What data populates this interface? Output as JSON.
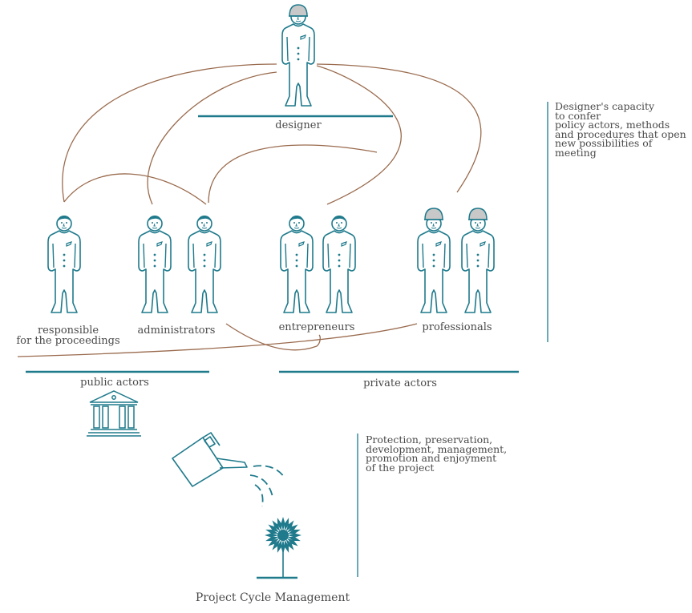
{
  "colors": {
    "teal": "#1f7a8c",
    "brown": "#9a6b4e",
    "helmet": "#c8c8c8",
    "text": "#4a4a4a"
  },
  "labels": {
    "designer": "designer",
    "responsible": "responsible\nfor the proceedings",
    "administrators": "administrators",
    "entrepreneurs": "entrepreneurs",
    "professionals": "professionals",
    "public_actors": "public actors",
    "private_actors": "private actors",
    "pcm": "Project Cycle Management"
  },
  "notes": {
    "designer_capacity": "Designer's capacity\nto confer\npolicy actors, methods\nand procedures that open\nnew possibilities of\nmeeting",
    "protection": "Protection, preservation,\ndevelopment, management,\npromotion and enjoyment\nof the project"
  },
  "icons": {
    "designer": "person-with-helmet-icon",
    "responsible": "person-icon",
    "administrators": "person-icon",
    "entrepreneurs": "person-icon",
    "professionals": "person-with-helmet-icon",
    "public": "institution-building-icon",
    "watering": "watering-can-icon",
    "flower": "flower-icon"
  }
}
